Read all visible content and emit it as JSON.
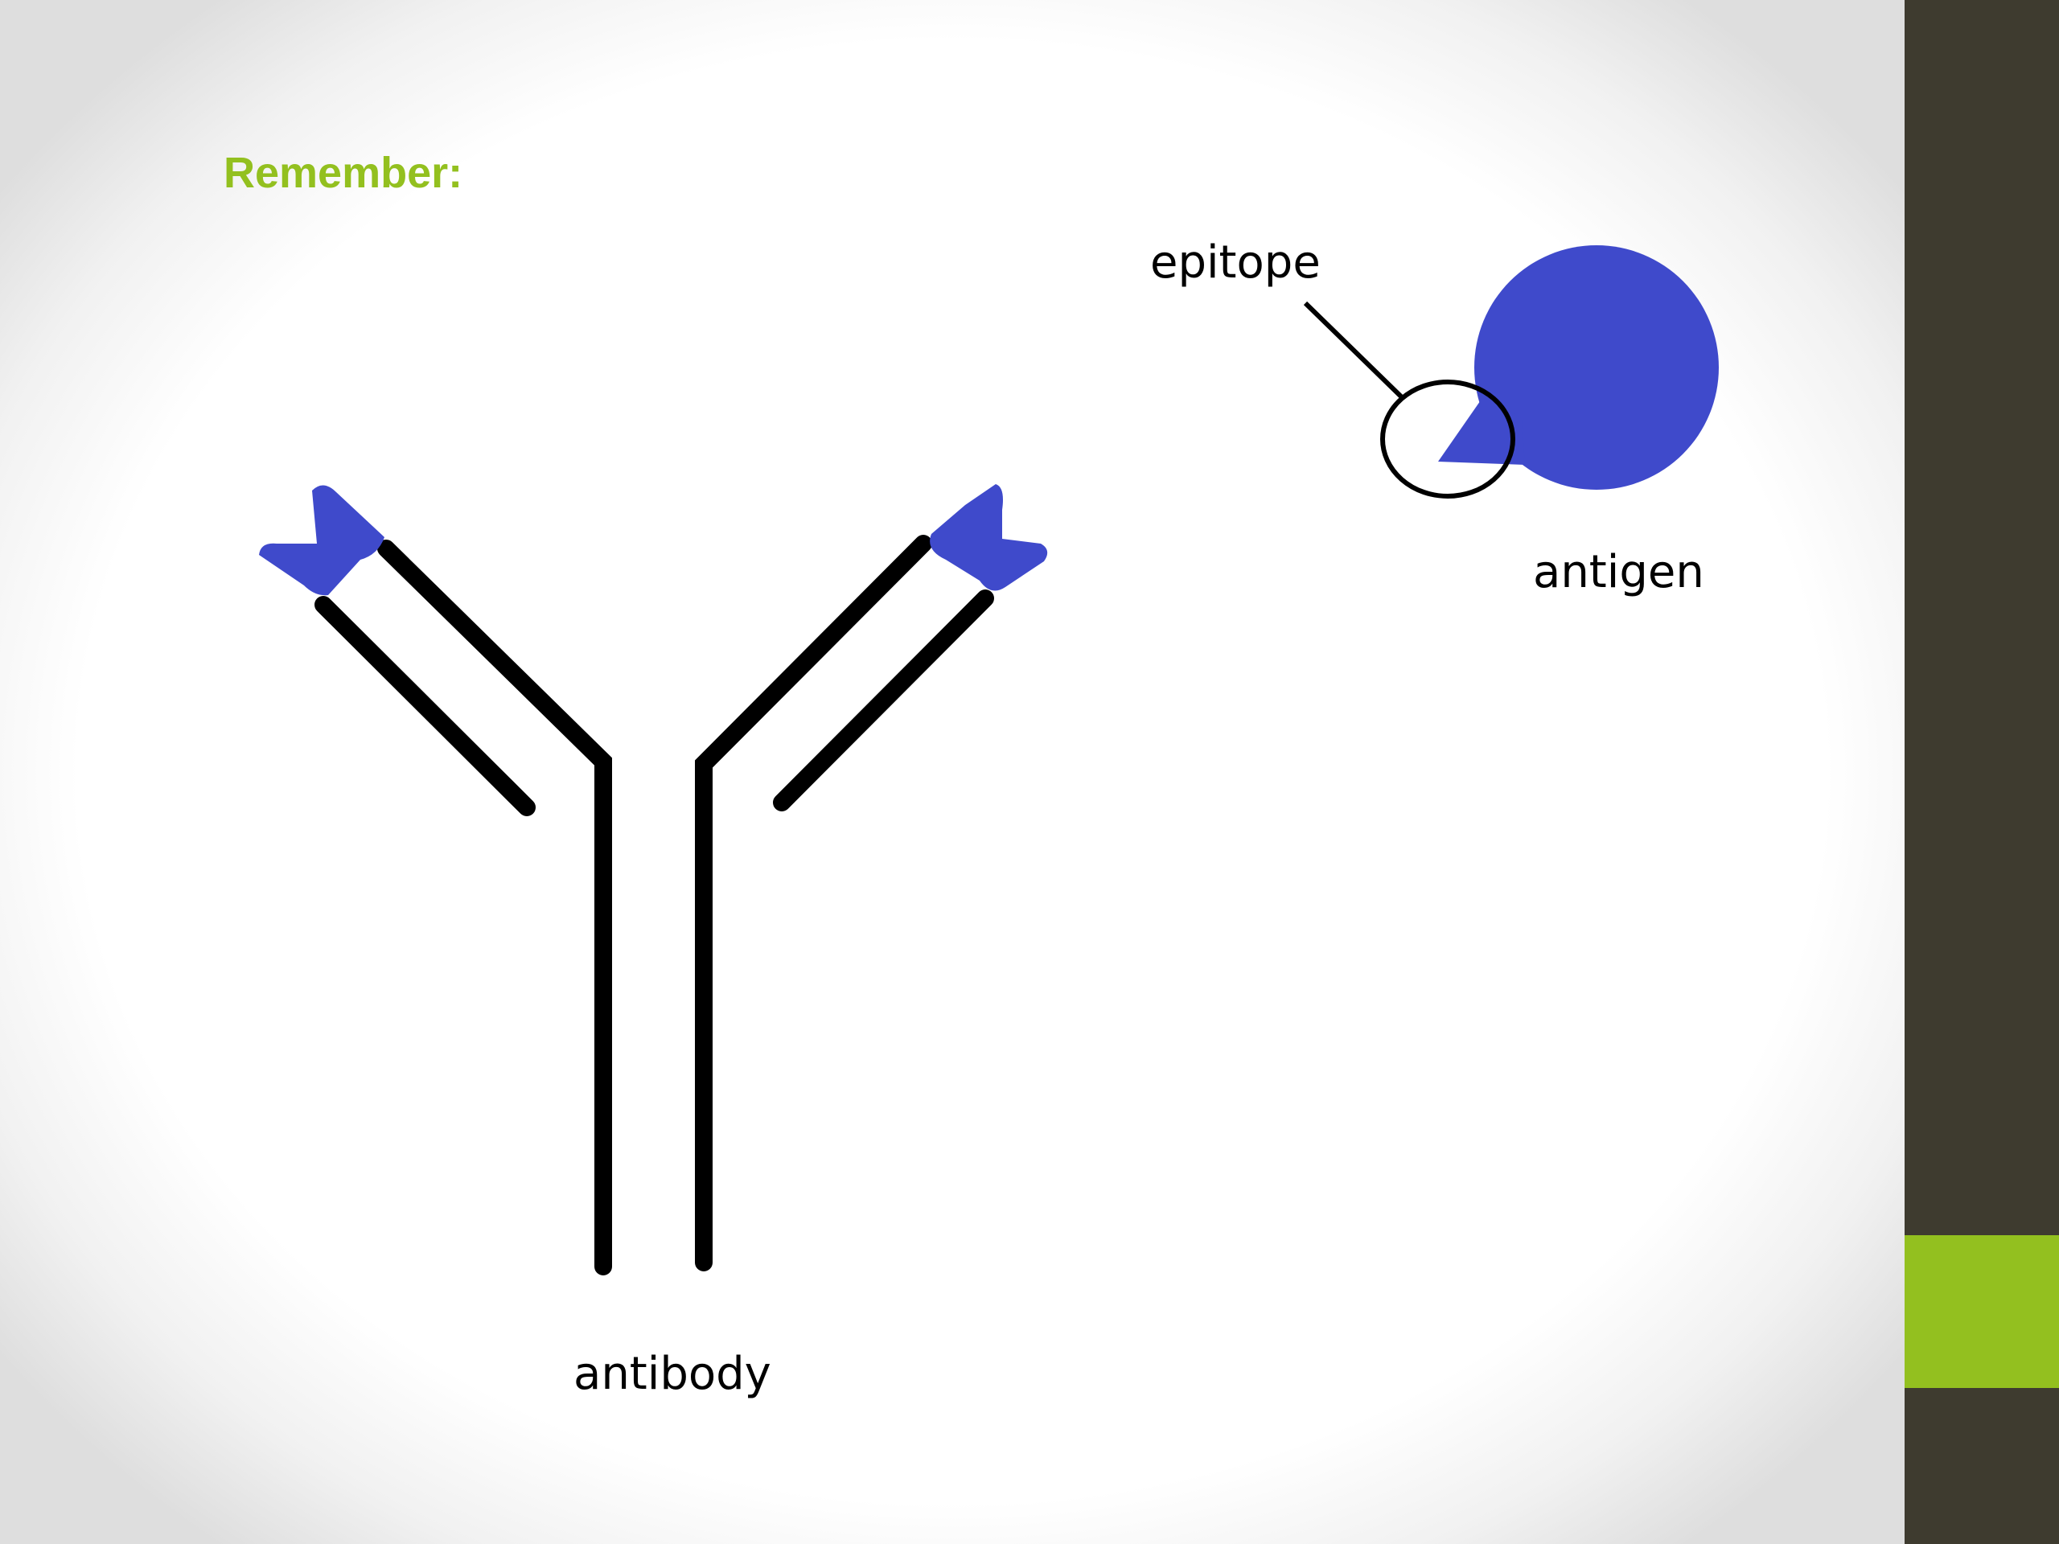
{
  "slide": {
    "heading": "Remember:"
  },
  "diagram": {
    "labels": {
      "epitope": "epitope",
      "antigen": "antigen",
      "antibody": "antibody"
    },
    "colors": {
      "binding_site": "#3f4acb",
      "antigen": "#3f4acb",
      "outline": "#000000",
      "accent": "#93c01f",
      "sidebar": "#3e3b2f"
    }
  }
}
